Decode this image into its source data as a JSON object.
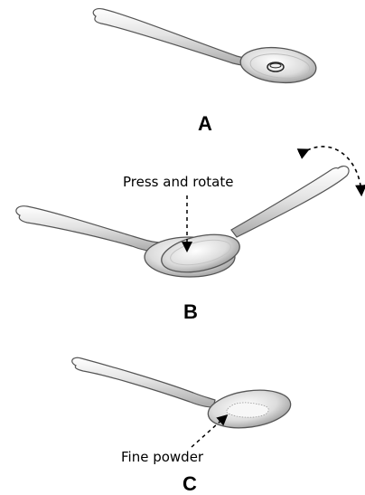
{
  "panels": [
    {
      "label": "A"
    },
    {
      "label": "B",
      "annotation": "Press and rotate"
    },
    {
      "label": "C",
      "annotation": "Fine powder"
    }
  ],
  "icons": {
    "spoon": "spoon-icon",
    "tablet": "tablet-icon",
    "rotation_arrow": "curved-double-arrow-icon",
    "pointer_arrow": "dashed-arrow-icon"
  }
}
